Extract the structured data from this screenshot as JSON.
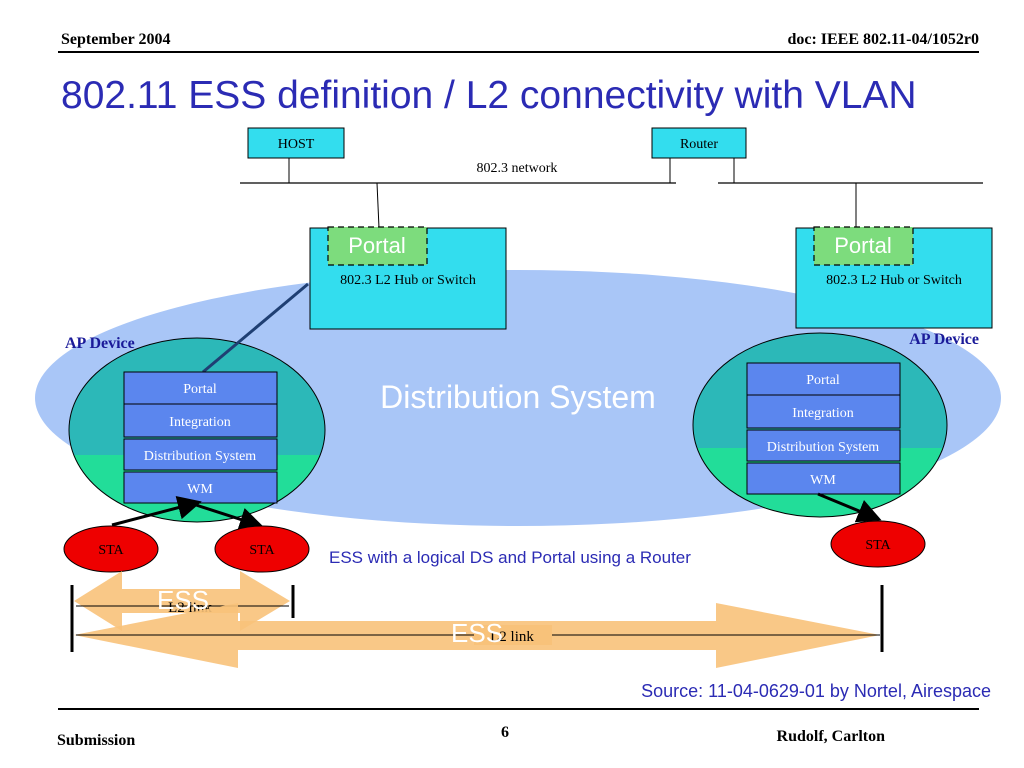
{
  "header": {
    "date": "September 2004",
    "doc": "doc: IEEE 802.11-04/1052r0"
  },
  "title": "802.11 ESS definition / L2 connectivity with VLAN",
  "network": {
    "host": "HOST",
    "router": "Router",
    "label": "802.3 network"
  },
  "left_switch": {
    "portal": "Portal",
    "label": "802.3 L2 Hub or Switch"
  },
  "right_switch": {
    "portal": "Portal",
    "label": "802.3 L2 Hub or Switch"
  },
  "ds_label": "Distribution System",
  "left_ap": {
    "label": "AP Device",
    "layers": [
      "Portal",
      "Integration",
      "Distribution System",
      "WM"
    ]
  },
  "right_ap": {
    "label": "AP Device",
    "layers": [
      "Portal",
      "Integration",
      "Distribution System",
      "WM"
    ]
  },
  "stations": [
    "STA",
    "STA",
    "STA"
  ],
  "caption": "ESS with a logical DS and Portal using a Router",
  "ess_small": {
    "label": "ESS",
    "link": "L2 link"
  },
  "ess_large": {
    "label": "ESS",
    "link": "L2 link"
  },
  "source": "Source: 11-04-0629-01 by Nortel, Airespace",
  "footer": {
    "left": "Submission",
    "page": "6",
    "right": "Rudolf, Carlton"
  },
  "colors": {
    "title": "#2b2bb4",
    "cyan_box": "#33ddee",
    "ds_ellipse": "#a9c6f7",
    "ap_ellipse": "#2cb8b8",
    "ap_ellipse_bottom": "#22dd99",
    "layer": "#5b86ee",
    "portal_green": "#7ddc7d",
    "sta": "#ee0000",
    "arrow": "#f8c27a"
  }
}
